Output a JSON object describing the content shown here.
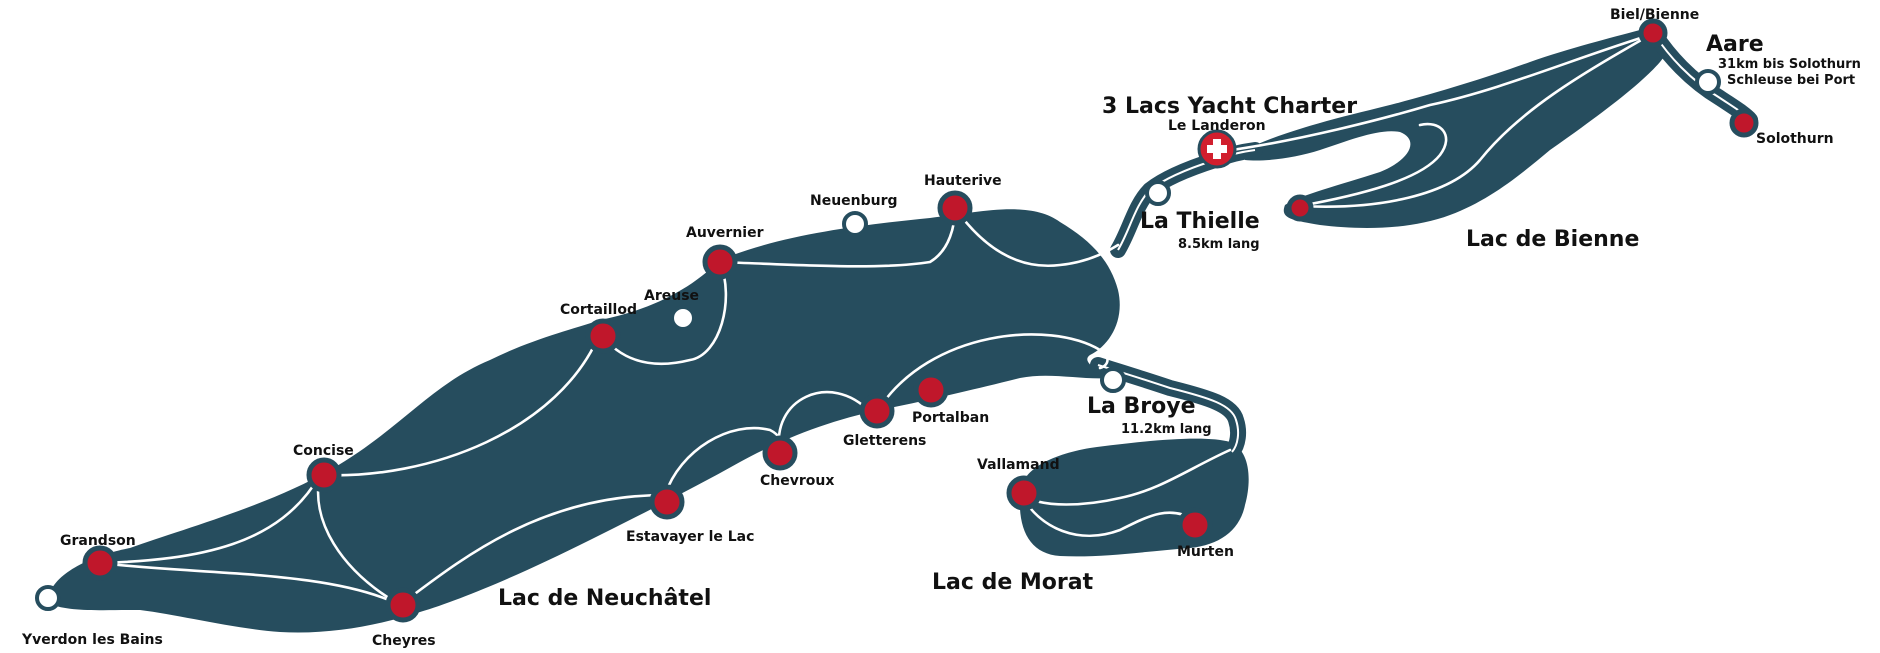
{
  "brand": {
    "name": "3 Lacs Yacht Charter",
    "base": "Le Landeron"
  },
  "lakes": {
    "neuchatel": "Lac de Neuchâtel",
    "morat": "Lac de Morat",
    "bienne": "Lac de Bienne"
  },
  "rivers": {
    "thielle": {
      "name": "La Thielle",
      "length": "8.5km lang"
    },
    "broye": {
      "name": "La Broye",
      "length": "11.2km lang"
    },
    "aare": {
      "name": "Aare",
      "note1": "31km bis Solothurn",
      "note2": "Schleuse bei Port"
    }
  },
  "ports": {
    "yverdon": "Yverdon les Bains",
    "grandson": "Grandson",
    "concise": "Concise",
    "cheyres": "Cheyres",
    "cortaillod": "Cortaillod",
    "areuse": "Areuse",
    "auvernier": "Auvernier",
    "neuenburg": "Neuenburg",
    "hauterive": "Hauterive",
    "estavayer": "Estavayer le Lac",
    "chevroux": "Chevroux",
    "gletterens": "Gletterens",
    "portalban": "Portalban",
    "vallamand": "Vallamand",
    "murten": "Murten",
    "biel": "Biel/Bienne",
    "solothurn": "Solothurn"
  },
  "colors": {
    "water": "#264d5e",
    "port": "#c0172b",
    "route": "#ffffff",
    "label": "#111111"
  }
}
